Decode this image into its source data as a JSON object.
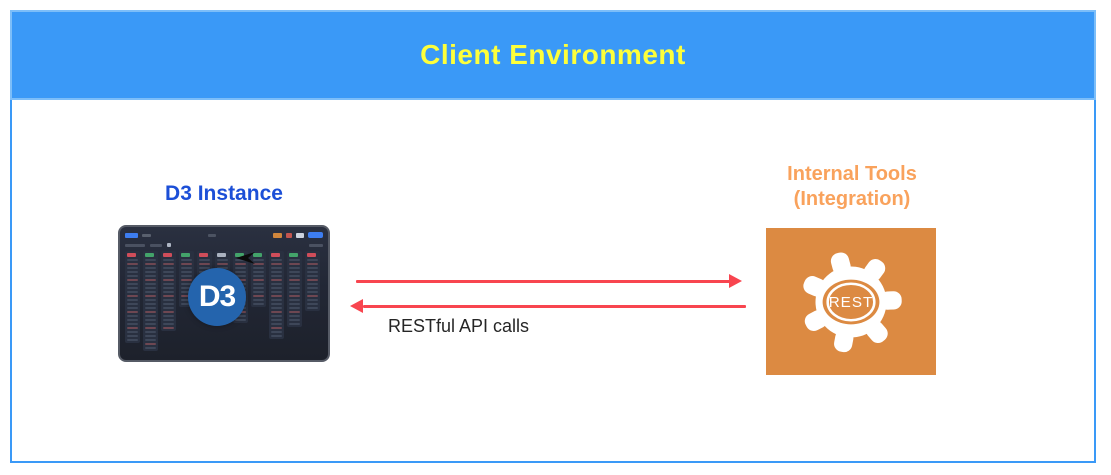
{
  "header": {
    "title": "Client Environment",
    "bg_color": "#3A99F7",
    "title_color": "#FDFF3B"
  },
  "d3_instance": {
    "label": "D3 Instance",
    "label_color": "#1C4FD7",
    "logo_text": "D3",
    "logo_bg": "#2464AD"
  },
  "connection": {
    "label": "RESTful API calls",
    "arrow_color": "#F8454F"
  },
  "internal_tools": {
    "label": "Internal Tools",
    "sublabel": "(Integration)",
    "label_color": "#F9A25C",
    "box_color": "#DC8A42",
    "gear_label": "REST"
  },
  "dashboard": {
    "columns": [
      {
        "badge": "#cf4d5a",
        "rows": 21
      },
      {
        "badge": "#43a36a",
        "rows": 23
      },
      {
        "badge": "#cf4d5a",
        "rows": 18
      },
      {
        "badge": "#43a36a",
        "rows": 12
      },
      {
        "badge": "#cf4d5a",
        "rows": 14
      },
      {
        "badge": "#aab2c0",
        "rows": 10
      },
      {
        "badge": "#43a36a",
        "rows": 16
      },
      {
        "badge": "#43a36a",
        "rows": 12
      },
      {
        "badge": "#cf4d5a",
        "rows": 20
      },
      {
        "badge": "#43a36a",
        "rows": 17
      },
      {
        "badge": "#cf4d5a",
        "rows": 13
      }
    ]
  }
}
